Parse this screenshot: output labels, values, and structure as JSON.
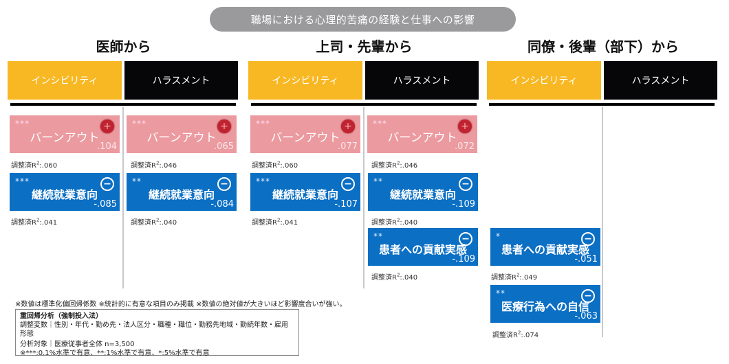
{
  "title": "職場における心理的苦痛の経験と仕事への影響",
  "groups": [
    {
      "title": "医師から",
      "tabs": [
        {
          "label": "インシビリティ",
          "type": "incivility"
        },
        {
          "label": "ハラスメント",
          "type": "harassment"
        }
      ]
    },
    {
      "title": "上司・先輩から",
      "tabs": [
        {
          "label": "インシビリティ",
          "type": "incivility"
        },
        {
          "label": "ハラスメント",
          "type": "harassment"
        }
      ]
    },
    {
      "title": "同僚・後輩（部下）から",
      "tabs": [
        {
          "label": "インシビリティ",
          "type": "incivility"
        },
        {
          "label": "ハラスメント",
          "type": "harassment"
        }
      ]
    }
  ],
  "cards": {
    "doctor_incivility": [
      {
        "stars": "***",
        "label": "バーンアウト",
        "value": ".104",
        "sign": "+",
        "r2": ":.060"
      },
      {
        "stars": "***",
        "label": "継続就業意向",
        "value": "-.085",
        "sign": "−",
        "r2": ":.041"
      }
    ],
    "doctor_harassment": [
      {
        "stars": "***",
        "label": "バーンアウト",
        "value": ".065",
        "sign": "+",
        "r2": ":.046"
      },
      {
        "stars": "**",
        "label": "継続就業意向",
        "value": "-.084",
        "sign": "−",
        "r2": ":.040"
      }
    ],
    "boss_incivility": [
      {
        "stars": "***",
        "label": "バーンアウト",
        "value": ".077",
        "sign": "+",
        "r2": ":.060"
      },
      {
        "stars": "***",
        "label": "継続就業意向",
        "value": "-.107",
        "sign": "−",
        "r2": ":.041"
      }
    ],
    "boss_harassment": [
      {
        "stars": "***",
        "label": "バーンアウト",
        "value": ".072",
        "sign": "+",
        "r2": ":.046"
      },
      {
        "stars": "**",
        "label": "継続就業意向",
        "value": "-.109",
        "sign": "−",
        "r2": ":.040"
      },
      {
        "stars": "**",
        "label": "患者への貢献実感",
        "value": "-.109",
        "sign": "−",
        "r2": ":.040"
      }
    ],
    "peer_incivility": [
      {
        "stars": "*",
        "label": "患者への貢献実感",
        "value": "-.051",
        "sign": "−",
        "r2": ":.049"
      },
      {
        "stars": "**",
        "label": "医療行為への自信",
        "value": "-.063",
        "sign": "−",
        "r2": ":.074"
      }
    ],
    "peer_harassment": []
  },
  "r2_prefix": "調整済R",
  "r2_sup": "2",
  "footnote": "※数値は標準化偏回帰係数 ※統計的に有意な項目のみ掲載 ※数値の絶対値が大きいほど影響度合いが強い。",
  "info": {
    "head": "重回帰分析（強制投入法）",
    "line1": "調整変数｜性別・年代・勤め先・法人区分・職種・職位・勤務先地域・勤続年数・雇用形態",
    "line2": "分析対象｜医療従事者全体 n=3,500",
    "line3": "※***:0.1%水準で有意、**:1%水準で有意、*:5%水準で有意"
  },
  "colors": {
    "incivility": "#f8b824",
    "harassment": "#060608",
    "positive_card": "#eb9aa0",
    "negative_card": "#0b6fc4",
    "plus_badge": "#c0232f",
    "title_pill": "#9a9a9c"
  }
}
